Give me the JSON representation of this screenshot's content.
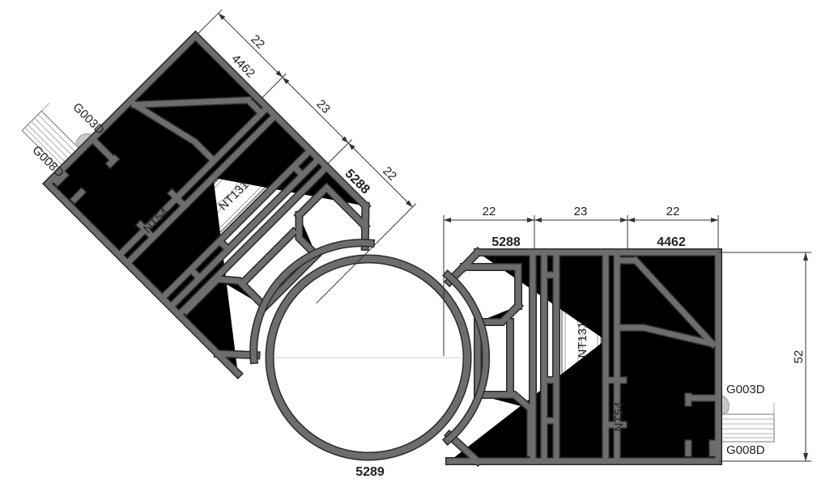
{
  "drawing": {
    "tube_label": "5289",
    "right_assembly": {
      "dims_top": [
        "22",
        "23",
        "22"
      ],
      "dim_height": "52",
      "connector_label": "5288",
      "frame_label": "4462",
      "insulator_label": "NT131",
      "bead_label": "NT54",
      "gasket_top": "G003D",
      "gasket_bottom": "G008D"
    },
    "left_assembly": {
      "dims": [
        "22",
        "23",
        "22"
      ],
      "connector_label": "5288",
      "frame_label": "4462",
      "insulator_label": "NT131",
      "bead_label": "NT54",
      "gasket_top": "G003D",
      "gasket_bottom": "G008D"
    },
    "colors": {
      "profile": "#6d6d6d",
      "gasket": "#c8c8c8",
      "outline": "#2a2a2a"
    }
  }
}
